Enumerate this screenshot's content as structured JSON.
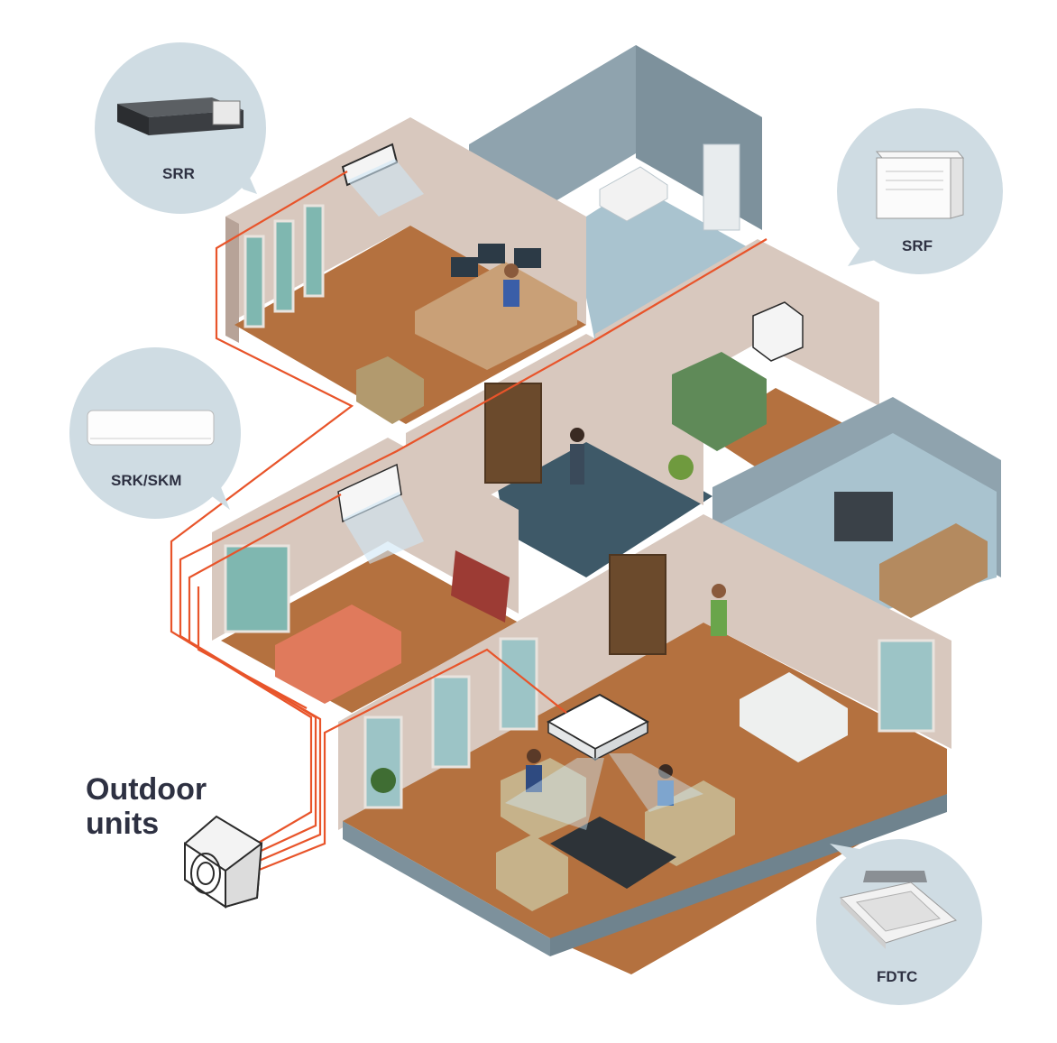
{
  "outdoor": {
    "line1": "Outdoor",
    "line2": "units"
  },
  "units": [
    {
      "name": "SRR",
      "icon": "ducted-unit-icon"
    },
    {
      "name": "SRF",
      "icon": "floor-console-unit-icon"
    },
    {
      "name": "SRK/SKM",
      "icon": "wall-mounted-unit-icon"
    },
    {
      "name": "FDTC",
      "icon": "ceiling-cassette-unit-icon"
    }
  ],
  "colors": {
    "pipe": "#e8542a",
    "bubble": "#cfdce3",
    "wall": "#d8c8be",
    "wall_dark": "#b7a398",
    "wall_top": "#aebcc6",
    "floor_wood": "#b4713f",
    "floor_tile": "#a9c3cf",
    "floor_dark": "#3e5968",
    "text": "#2e3142"
  }
}
